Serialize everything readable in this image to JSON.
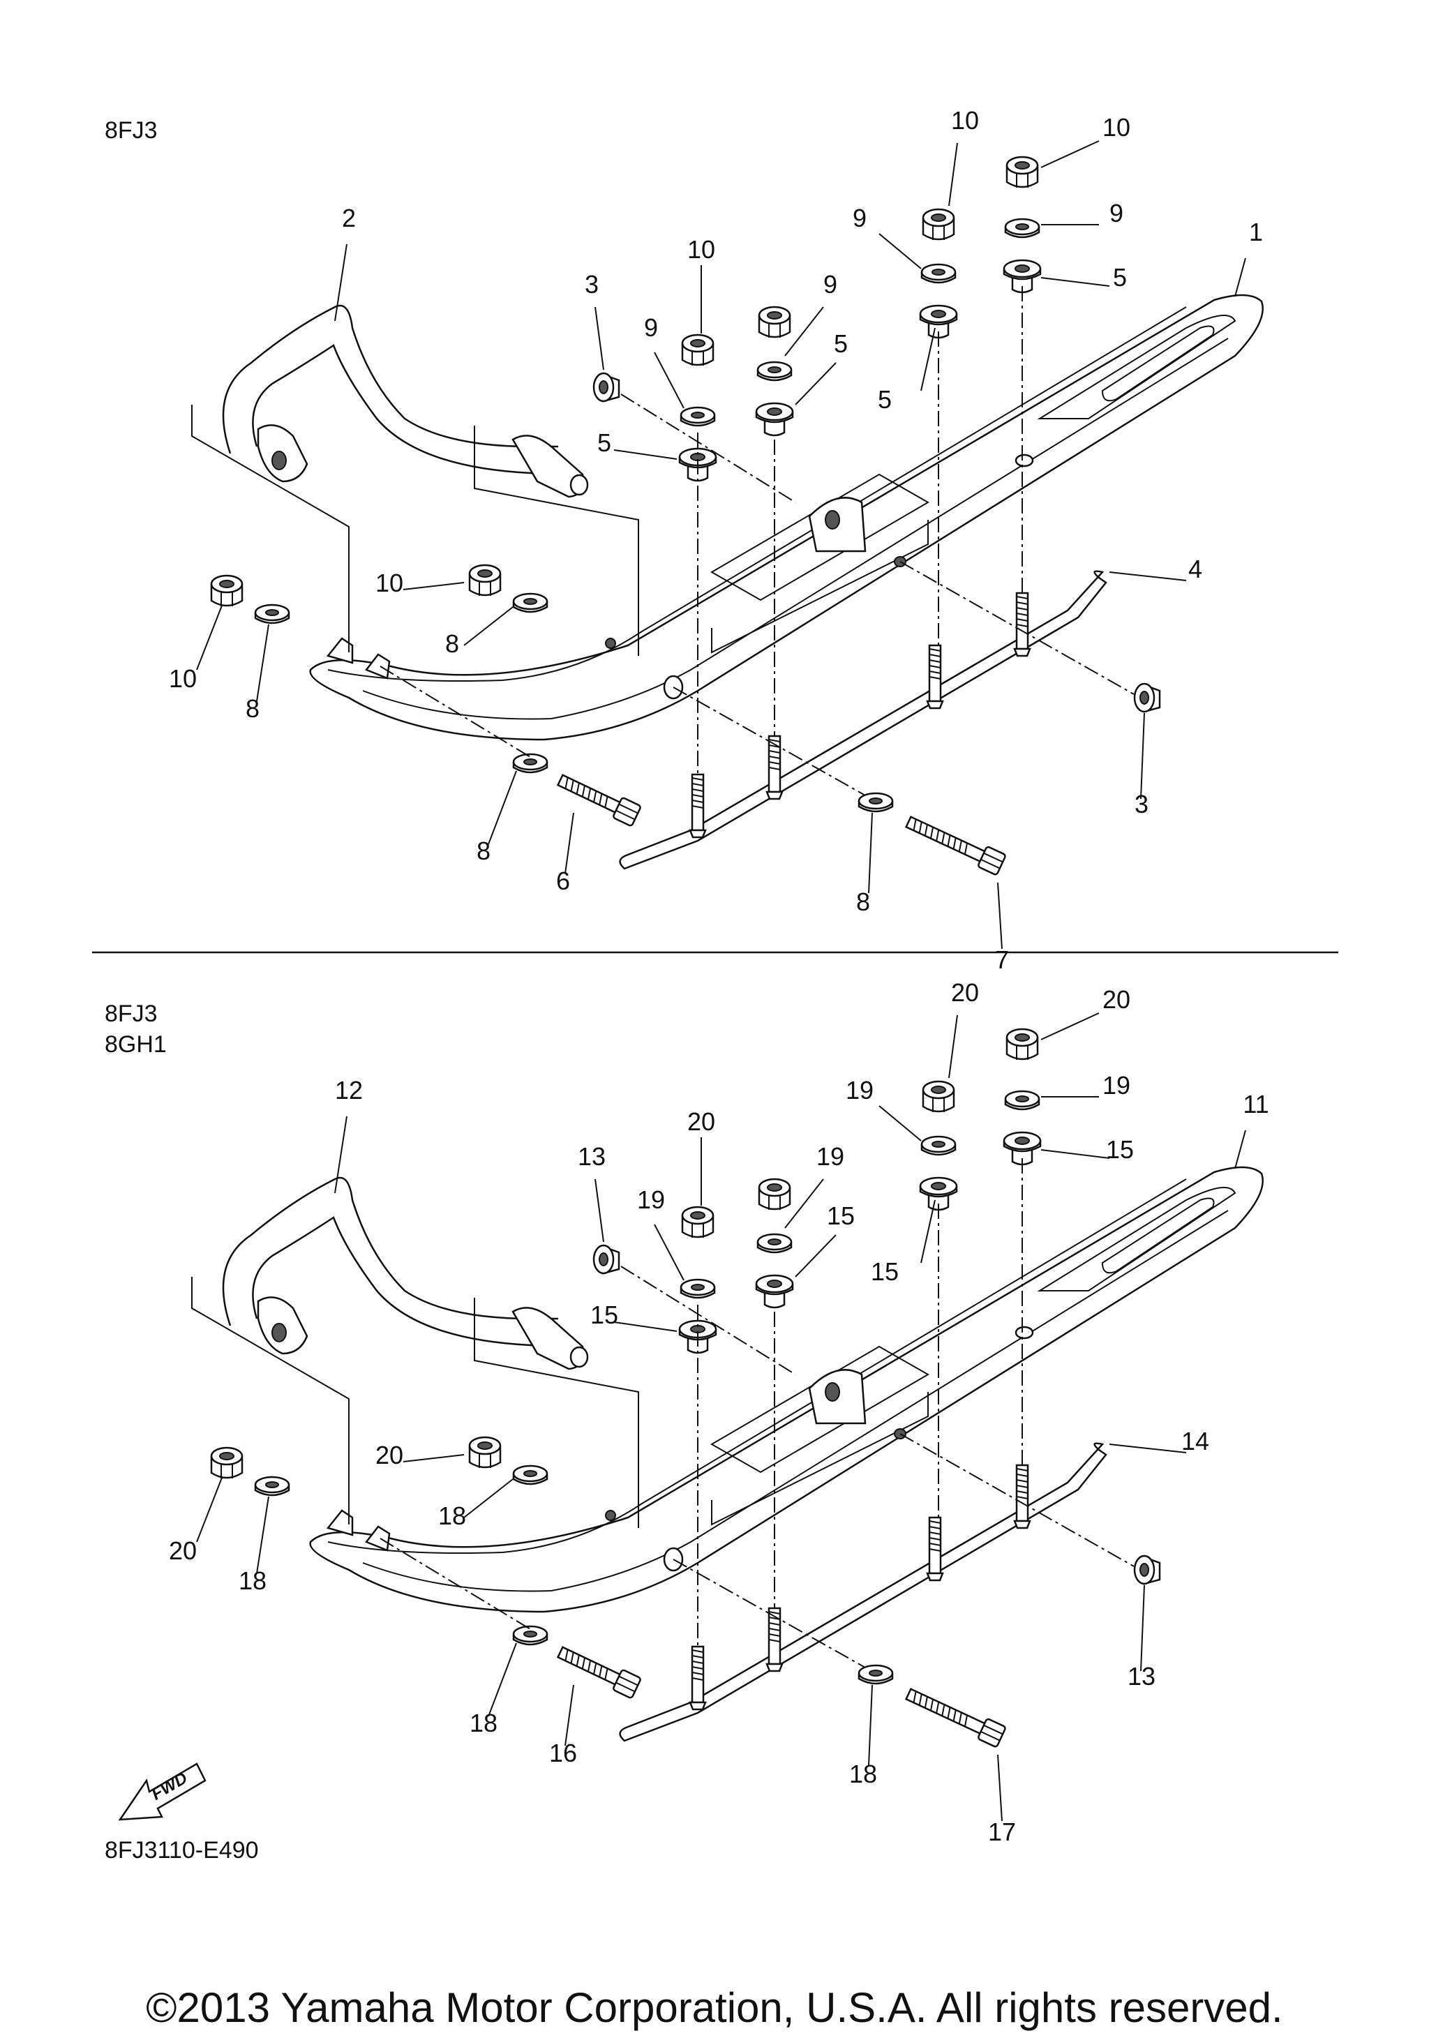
{
  "diagram": {
    "top": {
      "variant_label": "8FJ3"
    },
    "bottom": {
      "variant_label_1": "8FJ3",
      "variant_label_2": "8GH1"
    },
    "drawing_code": "8FJ3110-E490",
    "fwd_label": "FWD",
    "copyright": "©2013 Yamaha Motor Corporation, U.S.A. All rights reserved.",
    "callouts_top": [
      "10",
      "10",
      "9",
      "9",
      "1",
      "2",
      "10",
      "9",
      "5",
      "3",
      "9",
      "5",
      "5",
      "5",
      "4",
      "10",
      "10",
      "8",
      "8",
      "3",
      "8",
      "8",
      "6",
      "7"
    ],
    "callouts_bottom": [
      "20",
      "20",
      "19",
      "19",
      "11",
      "12",
      "20",
      "19",
      "15",
      "13",
      "19",
      "15",
      "15",
      "15",
      "14",
      "20",
      "20",
      "18",
      "18",
      "13",
      "18",
      "18",
      "16",
      "17"
    ]
  }
}
